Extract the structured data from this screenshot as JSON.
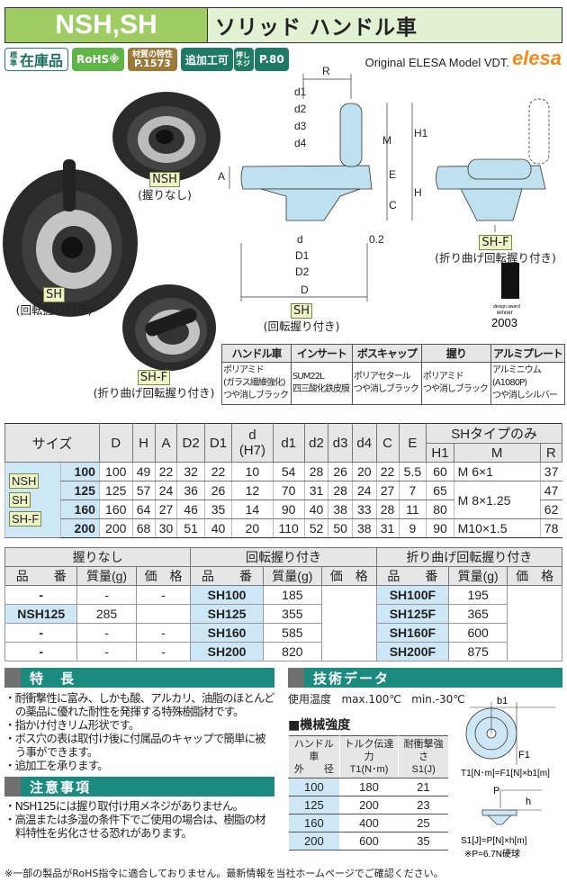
{
  "header": {
    "code": "NSH,SH",
    "title": "ソリッド ハンドル車"
  },
  "badges": {
    "stock_small": "標準",
    "stock": "在庫品",
    "rohs": "RoHS※",
    "material_line1": "材質の特性",
    "material_line2": "P.1573",
    "extra": "追加工可",
    "push_screw": "押しネジ",
    "page": "P.80"
  },
  "brand": {
    "original": "Original ELESA Model VDT.",
    "logo": "elesa"
  },
  "products": {
    "nsh": {
      "tag": "NSH",
      "caption": "(握りなし)"
    },
    "sh": {
      "tag": "SH",
      "caption": "(回転握り付き)"
    },
    "shf": {
      "tag": "SH-F",
      "caption": "(折り曲げ回転握り付き)"
    }
  },
  "diagram": {
    "labels": {
      "R": "R",
      "d1": "d1",
      "d2": "d2",
      "d3": "d3",
      "d4": "d4",
      "M": "M",
      "H1": "H1",
      "A": "A",
      "E": "E",
      "H": "H",
      "C": "C",
      "z": "0.2",
      "d": "d",
      "D1": "D1",
      "D2": "D2",
      "D": "D"
    },
    "sh_tag": "SH",
    "sh_caption": "(回転握り付き)",
    "shf_tag": "SH-F",
    "shf_caption": "(折り曲げ回転握り付き)",
    "award_line1": "design award",
    "award_line2": "winner",
    "award_year": "2003"
  },
  "materials": {
    "headers": [
      "ハンドル車",
      "インサート",
      "ボスキャップ",
      "握り",
      "アルミプレート"
    ],
    "values": [
      [
        "ポリアミド",
        "(ガラス繊維強化)",
        "つや消しブラック"
      ],
      [
        "SUM22L",
        "四三酸化鉄皮膜"
      ],
      [
        "ポリアセタール",
        "つや消しブラック"
      ],
      [
        "ポリアミド",
        "つや消しブラック"
      ],
      [
        "アルミニウム",
        "(A1080P)",
        "つや消しシルバー"
      ]
    ]
  },
  "dimensions": {
    "size_label": "サイズ",
    "columns": [
      "D",
      "H",
      "A",
      "D2",
      "D1",
      "d",
      "(H7)",
      "d1",
      "d2",
      "d3",
      "d4",
      "C",
      "E"
    ],
    "sh_only": "SHタイプのみ",
    "sh_columns": [
      "H1",
      "M",
      "R"
    ],
    "groups": [
      "NSH",
      "SH",
      "SH-F"
    ],
    "rows": [
      {
        "size": "100",
        "v": [
          "100",
          "49",
          "22",
          "32",
          "22",
          "10",
          "54",
          "28",
          "26",
          "20",
          "22",
          "5.5",
          "60"
        ],
        "M": "M 6×1",
        "R": "37"
      },
      {
        "size": "125",
        "v": [
          "125",
          "57",
          "24",
          "36",
          "26",
          "12",
          "70",
          "31",
          "28",
          "24",
          "27",
          "7",
          "65"
        ],
        "M": "M 8×1.25",
        "R": "47"
      },
      {
        "size": "160",
        "v": [
          "160",
          "64",
          "27",
          "46",
          "35",
          "14",
          "90",
          "40",
          "38",
          "33",
          "28",
          "11",
          "80"
        ],
        "M": "",
        "R": "62"
      },
      {
        "size": "200",
        "v": [
          "200",
          "68",
          "30",
          "51",
          "40",
          "20",
          "110",
          "52",
          "50",
          "38",
          "31",
          "9",
          "90"
        ],
        "M": "M10×1.5",
        "R": "78"
      }
    ]
  },
  "parts": {
    "groups": [
      "握りなし",
      "回転握り付き",
      "折り曲げ回転握り付き"
    ],
    "sub": [
      "品　　番",
      "質量(g)",
      "価　格"
    ],
    "rows": [
      [
        [
          "-",
          "-",
          "-"
        ],
        [
          "SH100",
          "185"
        ],
        [
          "SH100F",
          "195"
        ]
      ],
      [
        [
          "NSH125",
          "285",
          ""
        ],
        [
          "SH125",
          "355"
        ],
        [
          "SH125F",
          "365"
        ]
      ],
      [
        [
          "-",
          "-",
          "-"
        ],
        [
          "SH160",
          "585"
        ],
        [
          "SH160F",
          "600"
        ]
      ],
      [
        [
          "-",
          "-",
          "-"
        ],
        [
          "SH200",
          "820"
        ],
        [
          "SH200F",
          "875"
        ]
      ]
    ]
  },
  "features": {
    "title": "特　長",
    "items": [
      "耐衝撃性に富み、しかも酸、アルカリ、油脂のほとんどの薬品に優れた耐性を発揮する特殊樹脂材です。",
      "指かけ付きリム形状です。",
      "ボス穴の表は取付け後に付属品のキャップで簡単に被う事ができます。",
      "追加工を承ります。"
    ]
  },
  "cautions": {
    "title": "注意事項",
    "items": [
      "NSH125には握り取付け用メネジがありません。",
      "高温または多湿の条件下でご使用の場合は、樹脂の材料特性を劣化させる恐れがあります。"
    ]
  },
  "tech": {
    "title": "技術データ",
    "temp_label": "使用温度",
    "temp_max": "max.100℃",
    "temp_min": "min.-30℃",
    "strength_title": "■機械強度",
    "headers": [
      [
        "ハンドル車",
        "外　　径"
      ],
      [
        "トルク伝達力",
        "T1(N･m)"
      ],
      [
        "耐衝撃強さ",
        "S1(J)"
      ]
    ],
    "rows": [
      [
        "100",
        "180",
        "21"
      ],
      [
        "125",
        "200",
        "23"
      ],
      [
        "160",
        "400",
        "25"
      ],
      [
        "200",
        "600",
        "35"
      ]
    ],
    "b1": "b1",
    "F1": "F1",
    "formula1": "T1[N･m]=F1[N]×b1[m]",
    "P": "P",
    "h": "h",
    "formula2": "S1[J]=P[N]×h[m]",
    "note": "※P=6.7N硬球"
  },
  "footnote": "※一部の製品がRoHS指令に適合しておりません。最新情報を当社ホームページでご確認ください。"
}
